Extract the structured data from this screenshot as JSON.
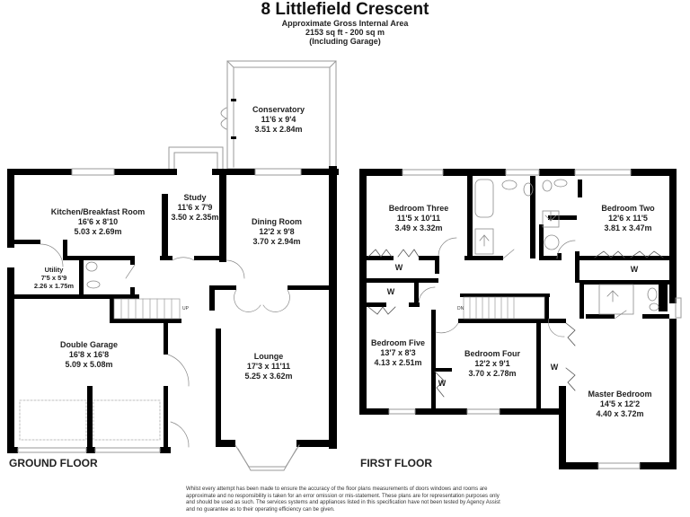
{
  "header": {
    "title": "8 Littlefield Crescent",
    "subtitle_1": "Approximate Gross Internal Area",
    "subtitle_2": "2153 sq ft - 200 sq m",
    "subtitle_3": "(Including Garage)"
  },
  "ground_floor": {
    "label": "GROUND FLOOR",
    "stairs_label": "UP",
    "rooms": [
      {
        "name": "Conservatory",
        "imperial": "11'6 x 9'4",
        "metric": "3.51 x 2.84m"
      },
      {
        "name": "Kitchen/Breakfast Room",
        "imperial": "16'6 x 8'10",
        "metric": "5.03 x 2.69m"
      },
      {
        "name": "Study",
        "imperial": "11'6 x 7'9",
        "metric": "3.50 x 2.35m"
      },
      {
        "name": "Dining Room",
        "imperial": "12'2 x 9'8",
        "metric": "3.70 x 2.94m"
      },
      {
        "name": "Utility",
        "imperial": "7'5 x 5'9",
        "metric": "2.26 x 1.75m"
      },
      {
        "name": "Double Garage",
        "imperial": "16'8 x 16'8",
        "metric": "5.09 x 5.08m"
      },
      {
        "name": "Lounge",
        "imperial": "17'3 x 11'11",
        "metric": "5.25 x 3.62m"
      }
    ]
  },
  "first_floor": {
    "label": "FIRST FLOOR",
    "stairs_label": "DN",
    "wardrobe_label": "W",
    "rooms": [
      {
        "name": "Bedroom Three",
        "imperial": "11'5 x 10'11",
        "metric": "3.49 x 3.32m"
      },
      {
        "name": "Bedroom Two",
        "imperial": "12'6 x 11'5",
        "metric": "3.81 x 3.47m"
      },
      {
        "name": "Bedroom Five",
        "imperial": "13'7 x 8'3",
        "metric": "4.13 x 2.51m"
      },
      {
        "name": "Bedroom Four",
        "imperial": "12'2 x 9'1",
        "metric": "3.70 x 2.78m"
      },
      {
        "name": "Master Bedroom",
        "imperial": "14'5 x 12'2",
        "metric": "4.40 x 3.72m"
      }
    ]
  },
  "disclaimer": "Whilst every attempt has been made to ensure the accuracy of the floor plans measurements of doors windows and rooms are approximate and no responsibility is taken for an error omission or mis-statement. These plans are for representation purposes only and should be used as such. The services systems and appliances listed in this specification have not been tested by Agency Assist and no guarantee as to their operating efficiency can be given.",
  "colors": {
    "wall": "#000000",
    "window": "#9a9a9a",
    "fixture": "#8a8a8a",
    "background": "#ffffff"
  }
}
